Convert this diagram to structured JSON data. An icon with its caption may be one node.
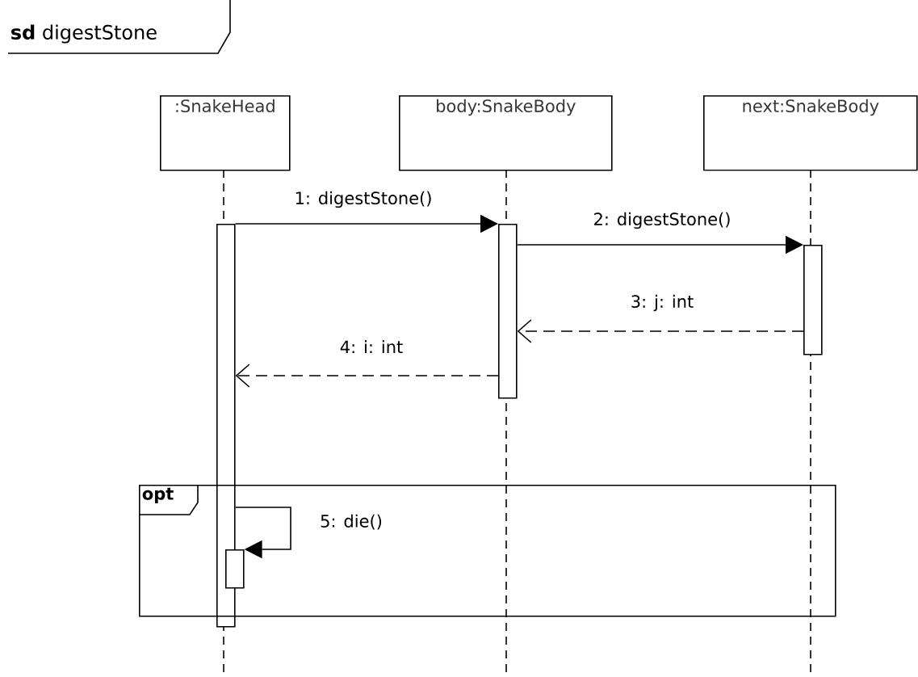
{
  "diagram": {
    "title": "**sd** digestStone",
    "nodes": [
      {
        "text": [
          ":SnakeHead"
        ]
      },
      {
        "text": [
          "body:SnakeBody"
        ]
      },
      {
        "text": [
          "next:SnakeBody"
        ]
      },
      {
        "text": [],
        "shape": "bar"
      },
      {
        "text": [],
        "shape": "bar"
      },
      {
        "text": [],
        "shape": "bar"
      },
      {
        "text": [
          "opt"
        ]
      },
      {
        "text": [],
        "shape": "bar",
        "in": 6
      }
    ],
    "edges": [
      {
        "from": 3,
        "to": 4,
        "arrow": "to",
        "label": "1: digestStone()"
      },
      {
        "from": 4,
        "to": 5,
        "arrow": "to",
        "label": "2: digestStone()"
      },
      {
        "from": 5,
        "to": 4,
        "arrow": "to",
        "label": "3: j: int",
        "style": "dashed"
      },
      {
        "from": 4,
        "to": 3,
        "arrow": "to",
        "label": "4: i: int",
        "style": "dashed"
      },
      {
        "from": 3,
        "to": 7,
        "arrow": "to",
        "label": "5: die()"
      }
    ]
  }
}
